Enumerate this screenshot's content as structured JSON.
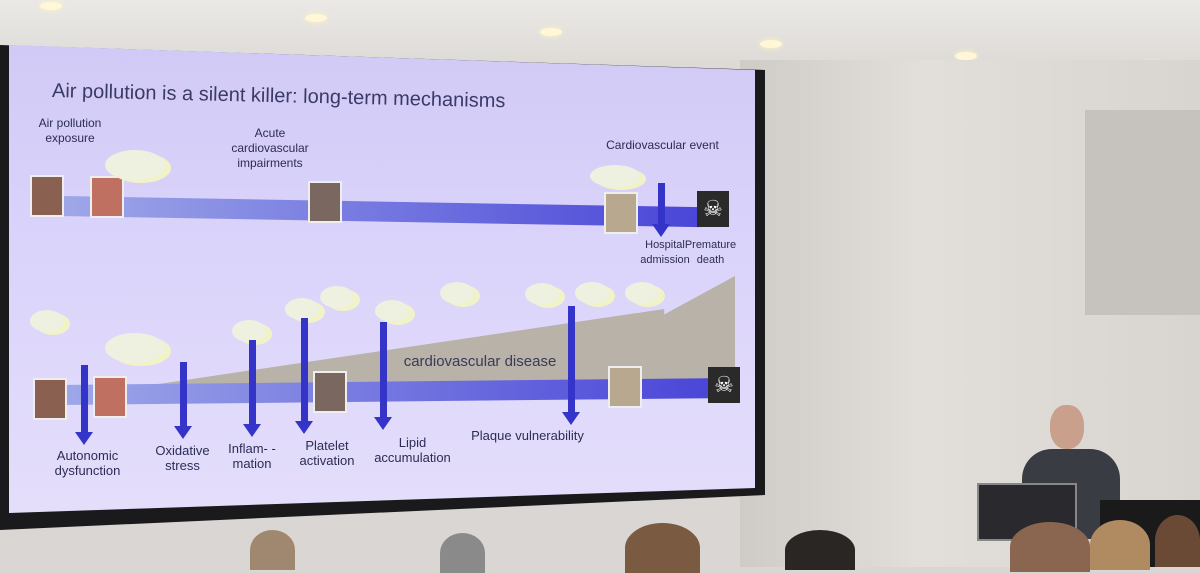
{
  "slide": {
    "title": "Air pollution is a silent killer: long-term mechanisms",
    "top_labels": {
      "exposure": "Air pollution exposure",
      "acute": "Acute cardiovascular impairments",
      "event": "Cardiovascular event",
      "hospital": "Hospital admission",
      "death": "Premature death"
    },
    "disease_label": "cardiovascular disease",
    "mechanisms": [
      "Autonomic dysfunction",
      "Oxidative stress",
      "Inflam- -mation",
      "Platelet activation",
      "Lipid accumulation",
      "Plaque vulnerability"
    ],
    "skull_icon": "☠"
  },
  "colors": {
    "arrow": "#3434c8",
    "slide_bg": "#d8d2f8"
  }
}
